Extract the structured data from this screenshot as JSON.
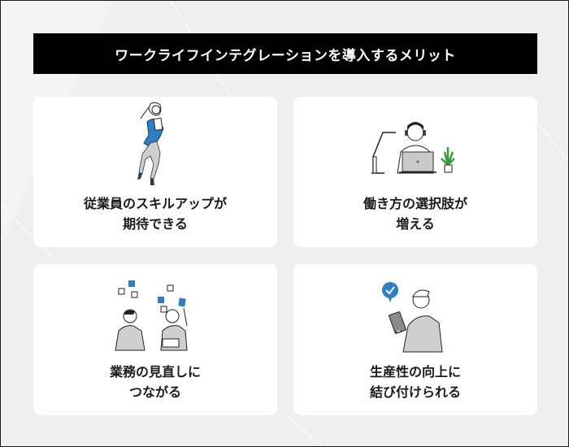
{
  "title": "ワークライフインテグレーションを導入するメリット",
  "colors": {
    "title_bg": "#000000",
    "title_text": "#ffffff",
    "page_bg": "#efefef",
    "card_bg": "#ffffff",
    "accent_blue": "#2f7fc4",
    "plant_green": "#3a9a3a",
    "figure_gray": "#c8c8c8"
  },
  "cards": [
    {
      "illustration": "woman-jumping-with-documents",
      "caption_lines": [
        "従業員のスキルアップが",
        "期待できる"
      ]
    },
    {
      "illustration": "man-with-headset-at-laptop",
      "caption_lines": [
        "働き方の選択肢が",
        "増える"
      ]
    },
    {
      "illustration": "two-people-brainstorming-sticky-notes",
      "caption_lines": [
        "業務の見直しに",
        "つながる"
      ]
    },
    {
      "illustration": "man-checking-tablet-with-checkmark",
      "caption_lines": [
        "生産性の向上に",
        "結び付けられる"
      ]
    }
  ]
}
